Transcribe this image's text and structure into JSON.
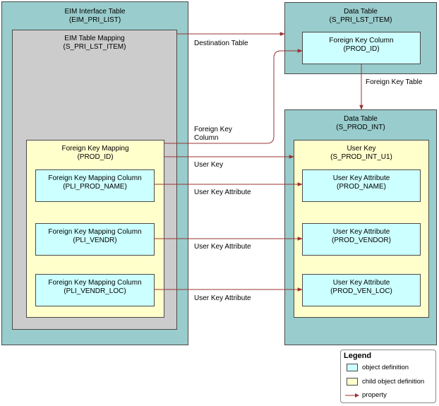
{
  "eim_interface_table": {
    "title": "EIM Interface Table",
    "subtitle": "(EIM_PRI_LIST)"
  },
  "eim_table_mapping": {
    "title": "EIM Table Mapping",
    "subtitle": "(S_PRI_LST_ITEM)"
  },
  "foreign_key_mapping": {
    "title": "Foreign Key  Mapping",
    "subtitle": "(PROD_ID)"
  },
  "fk_mapping_columns": [
    {
      "title": "Foreign Key Mapping Column",
      "subtitle": "(PLI_PROD_NAME)"
    },
    {
      "title": "Foreign Key Mapping Column",
      "subtitle": "(PLI_VENDR)"
    },
    {
      "title": "Foreign Key Mapping Column",
      "subtitle": "(PLI_VENDR_LOC)"
    }
  ],
  "data_table_top": {
    "title": "Data Table",
    "subtitle": "(S_PRI_LST_ITEM)"
  },
  "foreign_key_column": {
    "title": "Foreign Key Column",
    "subtitle": "(PROD_ID)"
  },
  "data_table_bottom": {
    "title": "Data Table",
    "subtitle": "(S_PROD_INT)"
  },
  "user_key": {
    "title": "User Key",
    "subtitle": "(S_PROD_INT_U1)"
  },
  "user_key_attributes": [
    {
      "title": "User Key Attribute",
      "subtitle": "(PROD_NAME)"
    },
    {
      "title": "User Key Attribute",
      "subtitle": "(PROD_VENDOR)"
    },
    {
      "title": "User Key Attribute",
      "subtitle": "(PROD_VEN_LOC)"
    }
  ],
  "edge_labels": {
    "destination_table": "Destination Table",
    "foreign_key_table": "Foreign Key Table",
    "foreign_key_column_1": "Foreign Key",
    "foreign_key_column_2": "Column",
    "user_key": "User Key",
    "user_key_attribute_1": "User Key Attribute",
    "user_key_attribute_2": "User Key Attribute",
    "user_key_attribute_3": "User Key Attribute"
  },
  "legend": {
    "title": "Legend",
    "object_definition": "object definition",
    "child_object_definition": "child object definition",
    "property": "property"
  },
  "colors": {
    "teal": "#99cccc",
    "gray": "#cccccc",
    "yellow": "#ffffcc",
    "cyan": "#ccffff",
    "arrow": "#993333"
  }
}
